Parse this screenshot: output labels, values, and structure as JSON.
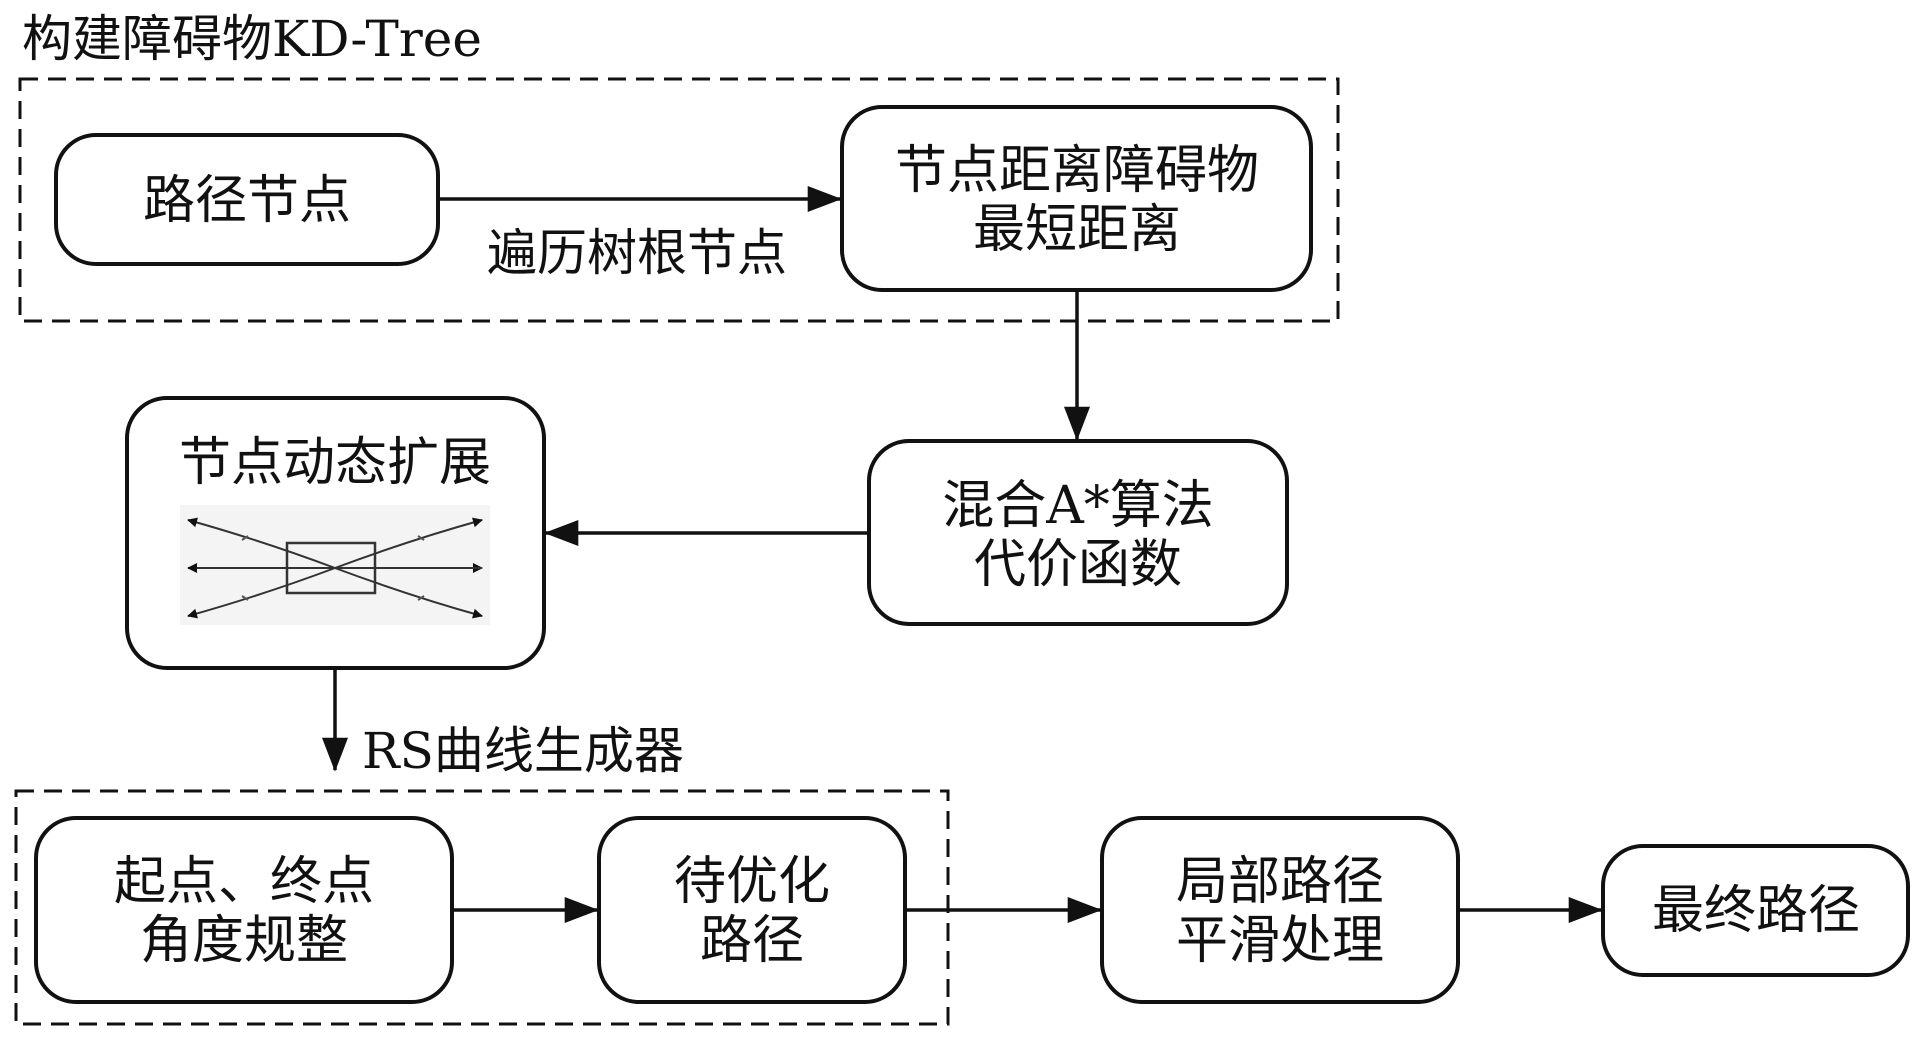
{
  "groups": {
    "kdtree": {
      "title": "构建障碍物KD-Tree"
    },
    "rs": {
      "title": "RS曲线生成器"
    }
  },
  "nodes": {
    "path_node": {
      "lines": [
        "路径节点"
      ]
    },
    "min_dist": {
      "lines": [
        "节点距离障碍物",
        "最短距离"
      ]
    },
    "hybrid_cost": {
      "lines": [
        "混合A*算法",
        "代价函数"
      ]
    },
    "dyn_expand": {
      "lines": [
        "节点动态扩展"
      ]
    },
    "angle_reg": {
      "lines": [
        "起点、终点",
        "角度规整"
      ]
    },
    "to_optimize": {
      "lines": [
        "待优化",
        "路径"
      ]
    },
    "local_smooth": {
      "lines": [
        "局部路径",
        "平滑处理"
      ]
    },
    "final_path": {
      "lines": [
        "最终路径"
      ]
    }
  },
  "edges": {
    "traverse": {
      "label": "遍历树根节点"
    }
  }
}
